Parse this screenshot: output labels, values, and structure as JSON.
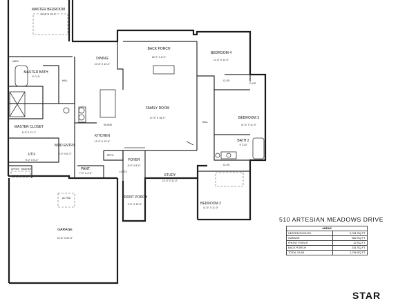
{
  "rooms": {
    "master_bedroom": {
      "name": "MASTER BEDROOM",
      "dims": "14'-8\" X 13'-2\""
    },
    "master_bath": {
      "name": "MASTER BATH",
      "dims": "9' CLG"
    },
    "master_closet": {
      "name": "MASTER CLOSET",
      "dims": "6'-9\" X 11'-1\""
    },
    "linen": {
      "name": "LINEN"
    },
    "hall_left": {
      "name": "HALL"
    },
    "dining": {
      "name": "DINING",
      "dims": "10'-6\" X 12'-0\""
    },
    "back_porch": {
      "name": "BACK PORCH",
      "dims": "16'-7\" X 8'-0\""
    },
    "bedroom4": {
      "name": "BEDROOM 4",
      "dims": "11'-6\" X 11'-0\""
    },
    "clos1": {
      "name": "CLOS."
    },
    "clos2": {
      "name": "CLOS."
    },
    "clos3": {
      "name": "CLOS."
    },
    "family_room": {
      "name": "FAMILY ROOM",
      "dims": "17'-9\" X 18'-0\""
    },
    "kitchen": {
      "name": "KITCHEN",
      "dims": "12'-0\" X 13'-6\""
    },
    "island": {
      "name": "ISLAND"
    },
    "hall_right": {
      "name": "HALL"
    },
    "bedroom3": {
      "name": "BEDROOM 3",
      "dims": "11'-6\" X 11'-0\""
    },
    "bath2": {
      "name": "BATH 2",
      "dims": "9' CLG"
    },
    "mud_entry": {
      "name": "MUD ENTRY",
      "dims": "4'-0\" X 6'-3\""
    },
    "util": {
      "name": "UTIL",
      "dims": "9'-0\" X 5'-3\""
    },
    "dryer": {
      "name": "DRYER"
    },
    "washer": {
      "name": "WASHER"
    },
    "pant": {
      "name": "PANT.",
      "dims": "7'-0\" X 4'-0\""
    },
    "refg": {
      "name": "REFG."
    },
    "foyer": {
      "name": "FOYER",
      "dims": "5'-9\" X 8'-0\""
    },
    "coats": {
      "name": "COATS"
    },
    "study": {
      "name": "STUDY",
      "dims": "11'-0\" X 11'-0\""
    },
    "bedroom2": {
      "name": "BEDROOM 2",
      "dims": "11'-6\" X 11'-0\""
    },
    "front_porch": {
      "name": "FRONT PORCH",
      "dims": "4'-6\" X 10'-0\""
    },
    "garage": {
      "name": "GARAGE",
      "dims": "22'-6\" X 22'-0\""
    },
    "ac": {
      "name": "AC PAD"
    }
  },
  "address": "510 ARTESIAN MEADOWS DRIVE",
  "area_table": {
    "header": "AREAS",
    "rows": [
      {
        "label": "HEATED/COOLED",
        "value": "2,031 SQ.FT."
      },
      {
        "label": "GARAGE",
        "value": "582 SQ.FT."
      },
      {
        "label": "FRONT PORCH",
        "value": "32 SQ.FT."
      },
      {
        "label": "BACK PORCH",
        "value": "151 SQ.FT."
      },
      {
        "label": "TOTAL SLAB",
        "value": "2,796 SQ.FT."
      }
    ]
  },
  "logo": "STAR"
}
